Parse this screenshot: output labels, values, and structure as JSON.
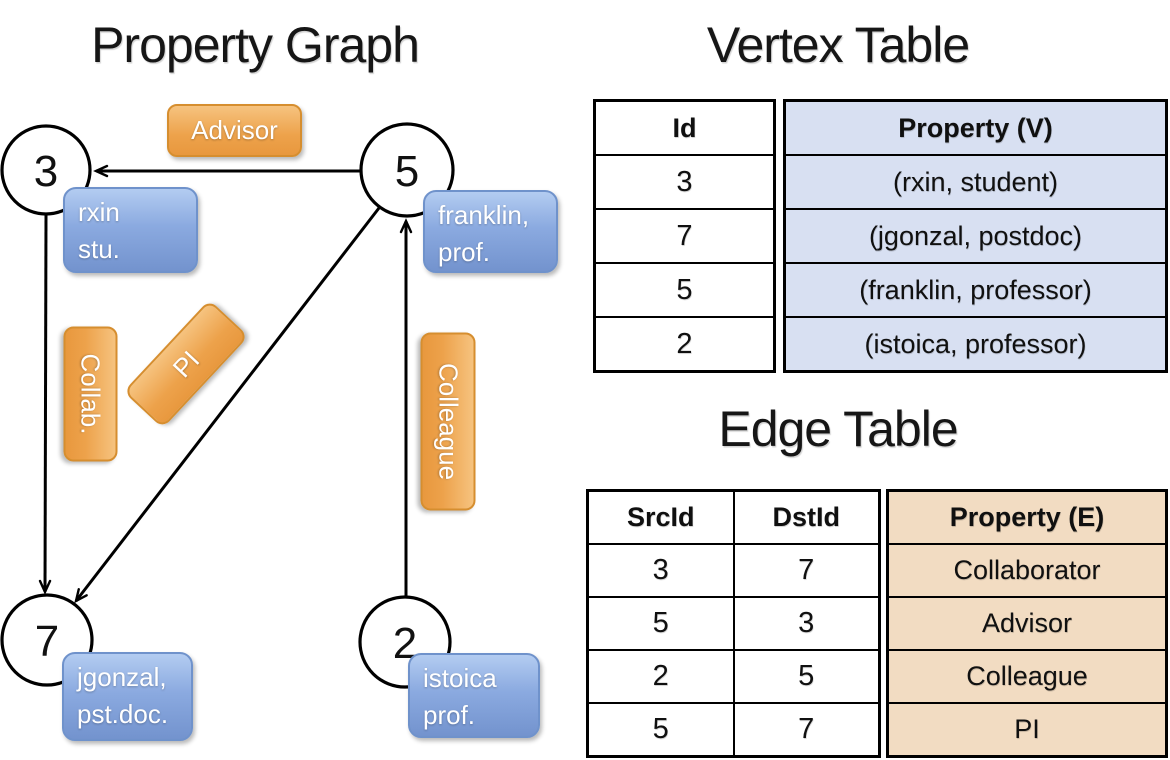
{
  "graph": {
    "title": "Property Graph",
    "nodes": [
      {
        "id": "3",
        "property_lines": [
          "rxin",
          "stu."
        ]
      },
      {
        "id": "5",
        "property_lines": [
          "franklin,",
          "prof."
        ]
      },
      {
        "id": "7",
        "property_lines": [
          "jgonzal,",
          "pst.doc."
        ]
      },
      {
        "id": "2",
        "property_lines": [
          "istoica",
          "prof."
        ]
      }
    ],
    "edges": [
      {
        "src": "5",
        "dst": "3",
        "label": "Advisor"
      },
      {
        "src": "3",
        "dst": "7",
        "label": "Collab."
      },
      {
        "src": "5",
        "dst": "7",
        "label": "PI"
      },
      {
        "src": "2",
        "dst": "5",
        "label": "Colleague"
      }
    ]
  },
  "vertex_table": {
    "title": "Vertex Table",
    "columns": [
      "Id",
      "Property (V)"
    ],
    "rows": [
      [
        "3",
        "(rxin, student)"
      ],
      [
        "7",
        "(jgonzal, postdoc)"
      ],
      [
        "5",
        "(franklin, professor)"
      ],
      [
        "2",
        "(istoica, professor)"
      ]
    ]
  },
  "edge_table": {
    "title": "Edge Table",
    "columns": [
      "SrcId",
      "DstId",
      "Property (E)"
    ],
    "rows": [
      [
        "3",
        "7",
        "Collaborator"
      ],
      [
        "5",
        "3",
        "Advisor"
      ],
      [
        "2",
        "5",
        "Colleague"
      ],
      [
        "5",
        "7",
        "PI"
      ]
    ]
  },
  "colors": {
    "edge_label_orange": "#eda24b",
    "vertex_box_blue": "#8baae0",
    "vertex_cell_bg": "#d8e0f2",
    "edge_cell_bg": "#f2dcc2",
    "line_black": "#000000"
  }
}
